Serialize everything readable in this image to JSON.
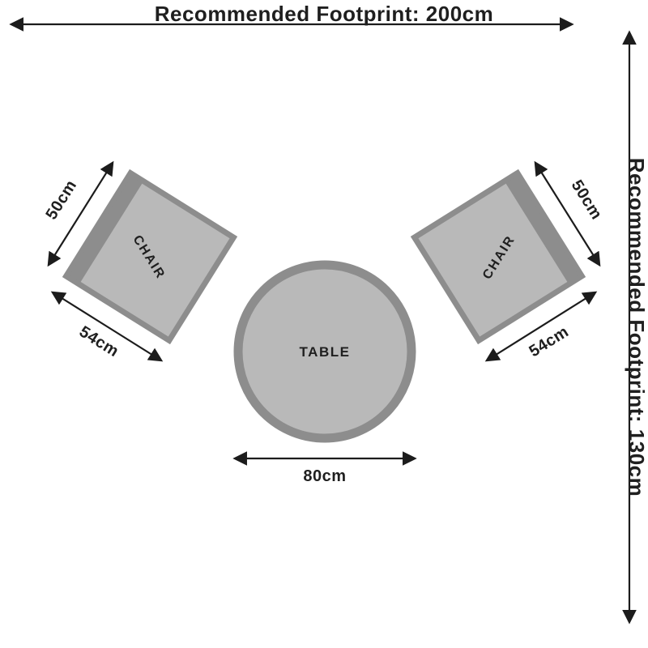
{
  "colors": {
    "shape_fill": "#b9b9b9",
    "shape_stroke": "#8d8d8d",
    "line": "#1c1c1c",
    "text": "#1f1f1f",
    "background": "#ffffff"
  },
  "footprint": {
    "width_label": "Recommended Footprint: 200cm",
    "depth_label": "Recommended Footprint: 130cm"
  },
  "table": {
    "label": "TABLE",
    "diameter_label": "80cm"
  },
  "chair_left": {
    "label": "CHAIR",
    "width_label": "50cm",
    "depth_label": "54cm"
  },
  "chair_right": {
    "label": "CHAIR",
    "width_label": "50cm",
    "depth_label": "54cm"
  }
}
